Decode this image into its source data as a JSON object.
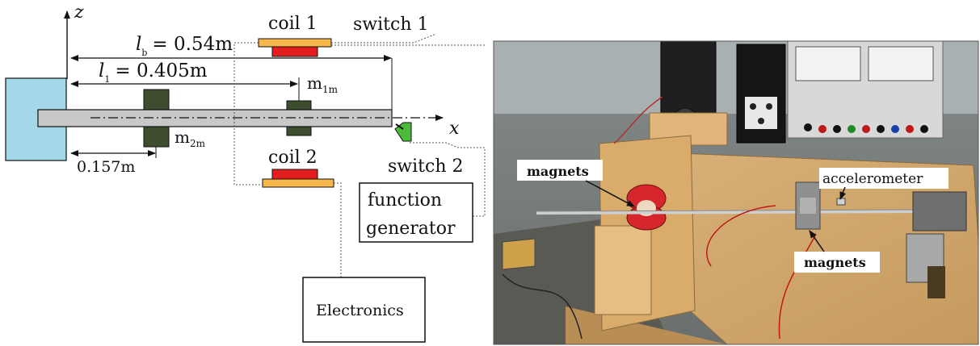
{
  "schematic": {
    "axis_z": "z",
    "axis_x": "x",
    "lb_symbol": "l",
    "lb_sub": "b",
    "lb_value": "= 0.54m",
    "l1_symbol": "l",
    "l1_sub": "1",
    "l1_value": "= 0.405m",
    "m1_main": "m",
    "m1_sub": "1m",
    "m2_main": "m",
    "m2_sub": "2m",
    "dist_label": "0.157m",
    "coil1_label": "coil 1",
    "coil2_label": "coil 2",
    "switch1_label": "switch 1",
    "switch2_label": "switch 2",
    "function_generator_line1": "function",
    "function_generator_line2": "generator",
    "electronics_label": "Electronics"
  },
  "photo": {
    "magnets_label_left": "magnets",
    "magnets_label_right": "magnets",
    "accelerometer_label": "accelerometer"
  },
  "colors": {
    "wall": "#a4d8e8",
    "beam": "#c8c8c8",
    "mass": "#3d4d2d",
    "coil_red": "#e41e1e",
    "coil_orange": "#f6b74a",
    "switch_green": "#4cbb3a"
  }
}
